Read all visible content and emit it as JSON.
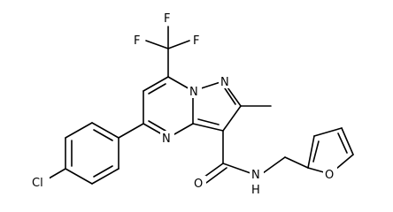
{
  "molecule": {
    "atoms": {
      "f1": "F",
      "f2": "F",
      "f3": "F",
      "n_bridge": "N",
      "n_pyrazole": "N",
      "n_pyrimidine": "N",
      "o_amide": "O",
      "n_amide": "N",
      "h_amide": "H",
      "o_furan": "O",
      "cl": "Cl"
    }
  }
}
